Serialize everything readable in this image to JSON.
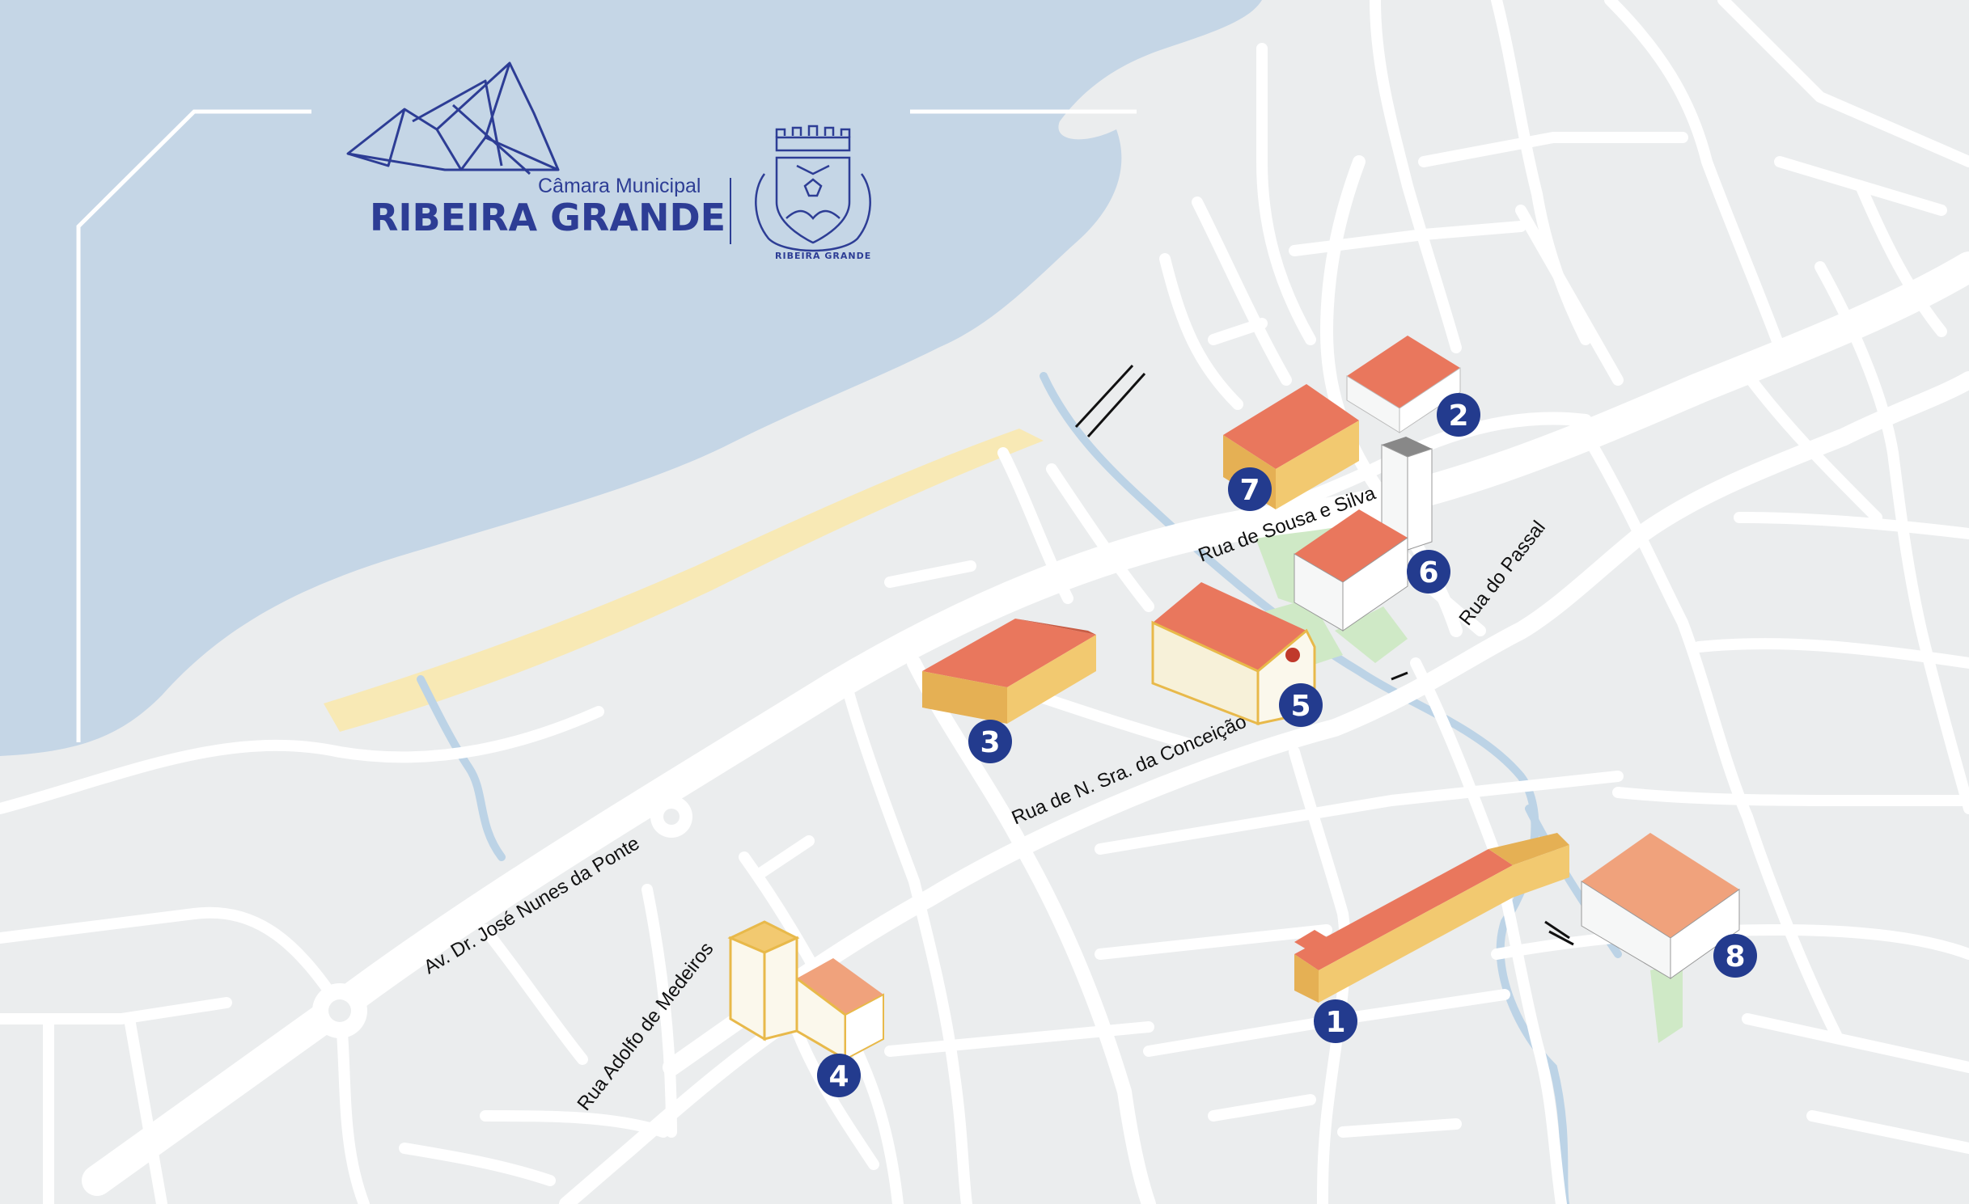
{
  "logo": {
    "subtitle": "Câmara Municipal",
    "title": "RIBEIRA GRANDE",
    "crest_text": "RIBEIRA GRANDE",
    "brand_color": "#2d3d95"
  },
  "colors": {
    "sea": "#c5d6e6",
    "land": "#ebedee",
    "road": "#ffffff",
    "beach": "#f8e9b5",
    "park": "#cfe9c6",
    "river": "#bcd3e6",
    "badge": "#233b8e",
    "roof": "#e9775d",
    "wall_yellow": "#f2c970",
    "wall_white": "#f6f7f7"
  },
  "streets": [
    {
      "id": "av-jose-nunes",
      "label": "Av. Dr. José Nunes da Ponte"
    },
    {
      "id": "rua-adolfo",
      "label": "Rua Adolfo de Medeiros"
    },
    {
      "id": "rua-conceicao",
      "label": "Rua de N. Sra. da Conceição"
    },
    {
      "id": "rua-sousa",
      "label": "Rua de Sousa e Silva"
    },
    {
      "id": "rua-passal",
      "label": "Rua do Passal"
    }
  ],
  "landmarks": [
    {
      "number": "1"
    },
    {
      "number": "2"
    },
    {
      "number": "3"
    },
    {
      "number": "4"
    },
    {
      "number": "5"
    },
    {
      "number": "6"
    },
    {
      "number": "7"
    },
    {
      "number": "8"
    }
  ]
}
